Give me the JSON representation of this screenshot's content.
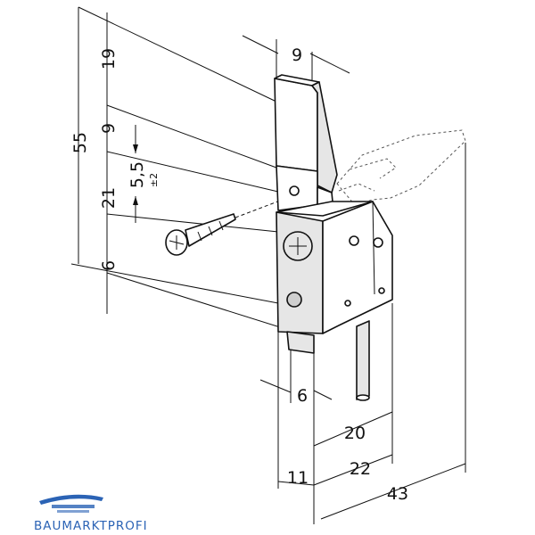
{
  "dimensions": {
    "vertical_total": "55",
    "top_segment": "19",
    "second_segment": "9",
    "gap_value": "5,5",
    "gap_tolerance": "±2",
    "main_segment": "21",
    "lower_segment": "6",
    "top_width": "9",
    "bottom_inner": "6",
    "width_20": "20",
    "width_22": "22",
    "width_11": "11",
    "width_43": "43"
  },
  "brand": {
    "name": "BAUMARKTPROFI",
    "color": "#2b63b5"
  }
}
